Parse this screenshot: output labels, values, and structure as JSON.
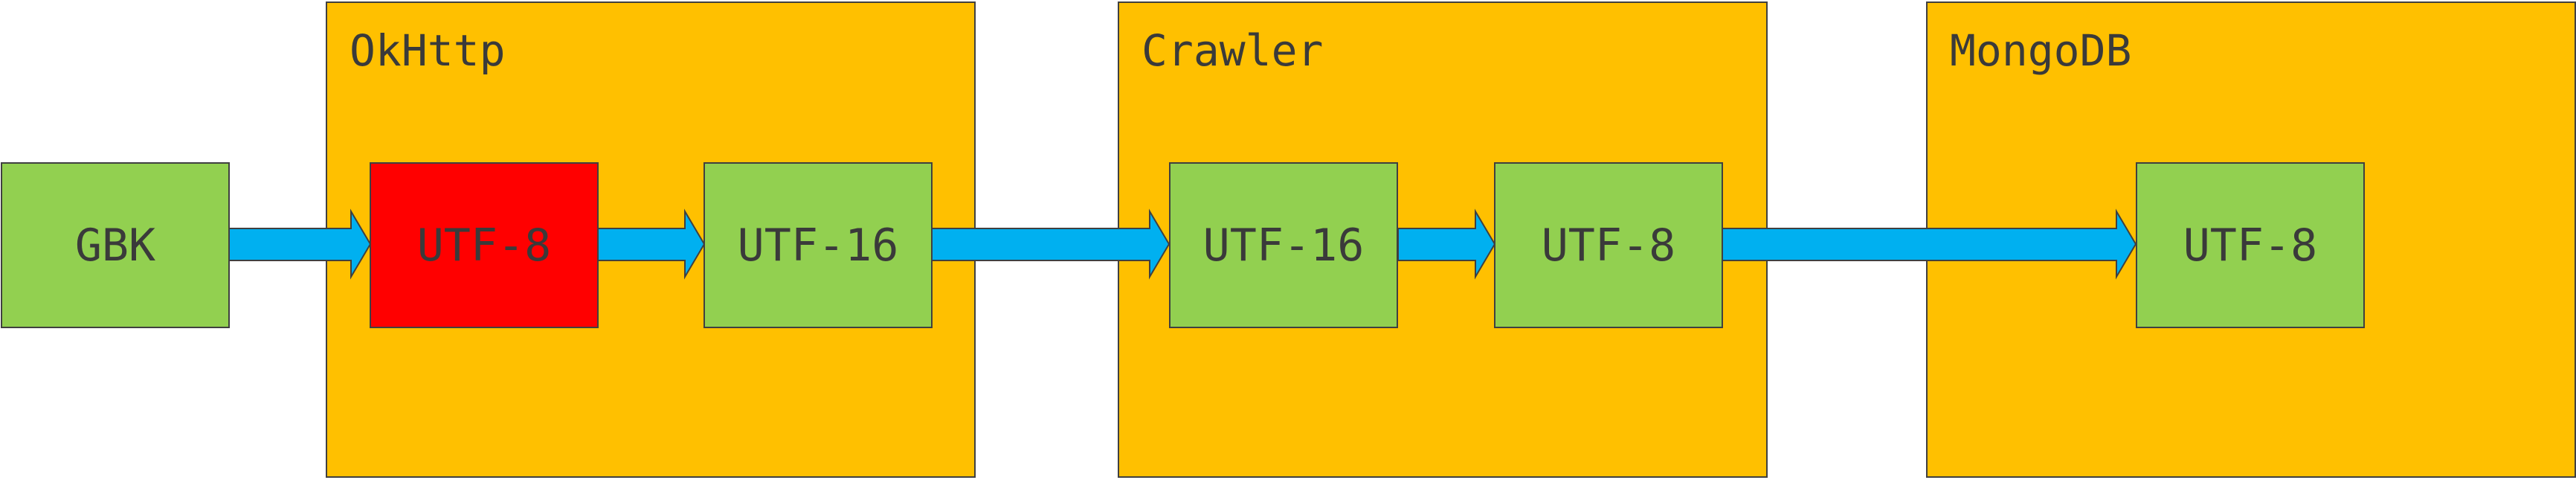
{
  "diagram": {
    "containers": [
      {
        "id": "okhttp",
        "title": "OkHttp"
      },
      {
        "id": "crawler",
        "title": "Crawler"
      },
      {
        "id": "mongodb",
        "title": "MongoDB"
      }
    ],
    "nodes": [
      {
        "id": "gbk",
        "label": "GBK",
        "color": "#92D050"
      },
      {
        "id": "okhttp-utf8",
        "label": "UTF-8",
        "color": "#FF0000"
      },
      {
        "id": "okhttp-utf16",
        "label": "UTF-16",
        "color": "#92D050"
      },
      {
        "id": "crawler-utf16",
        "label": "UTF-16",
        "color": "#92D050"
      },
      {
        "id": "crawler-utf8",
        "label": "UTF-8",
        "color": "#92D050"
      },
      {
        "id": "mongodb-utf8",
        "label": "UTF-8",
        "color": "#92D050"
      }
    ],
    "edges": [
      {
        "from": "gbk",
        "to": "okhttp-utf8"
      },
      {
        "from": "okhttp-utf8",
        "to": "okhttp-utf16"
      },
      {
        "from": "okhttp-utf16",
        "to": "crawler-utf16"
      },
      {
        "from": "crawler-utf16",
        "to": "crawler-utf8"
      },
      {
        "from": "crawler-utf8",
        "to": "mongodb-utf8"
      }
    ],
    "colors": {
      "container": "#FFC000",
      "node": "#92D050",
      "highlight": "#FF0000",
      "arrow": "#00B0F0"
    }
  }
}
